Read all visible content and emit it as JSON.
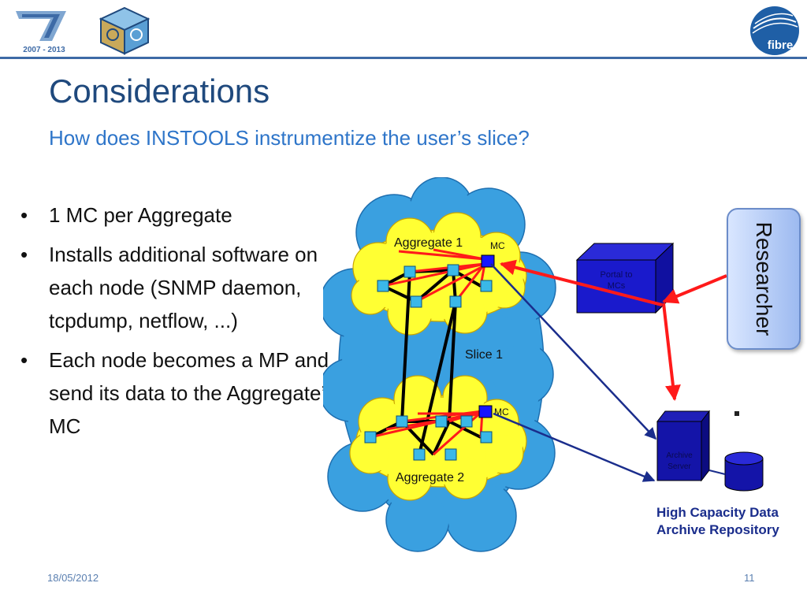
{
  "header": {
    "fp7_logo_text": "2007 - 2013",
    "fibre_logo_text": "fibre"
  },
  "slide": {
    "title": "Considerations",
    "subtitle": "How does INSTOOLS instrumentize the user’s slice?",
    "bullets": [
      "1 MC per Aggregate",
      "Installs additional software on each node (SNMP daemon, tcpdump, netflow, ...)",
      "Each node becomes a MP and send its data to the Aggregate’s MC"
    ]
  },
  "diagram": {
    "aggregate_1": "Aggregate 1",
    "aggregate_2": "Aggregate 2",
    "mc_label_1": "MC",
    "mc_label_2": "MC",
    "slice_label": "Slice 1",
    "portal_label_line1": "Portal to",
    "portal_label_line2": "MCs",
    "server_label_line1": "Archive",
    "server_label_line2": "Server",
    "researcher": "Researcher",
    "repository_line1": "High Capacity Data",
    "repository_line2": "Archive Repository",
    "colors": {
      "cloud": "#3aa0e0",
      "aggregate": "#ffff33",
      "arrow_red": "#ff1a1a",
      "arrow_blue": "#1a2d8c",
      "node": "#3ab8e8"
    }
  },
  "footer": {
    "date": "18/05/2012",
    "page_number": "11"
  }
}
